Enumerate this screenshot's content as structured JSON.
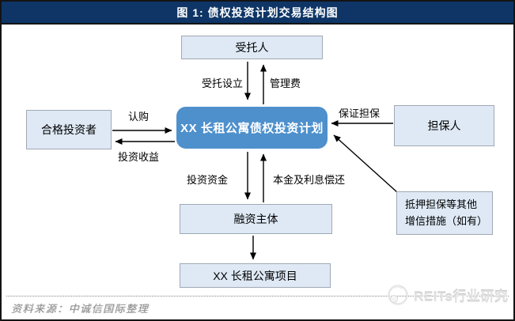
{
  "title": "图 1: 债权投资计划交易结构图",
  "diagram": {
    "nodes": {
      "trustee": "受托人",
      "investor": "合格投资者",
      "plan": "XX 长租公寓债权投资计划",
      "guarantor": "担保人",
      "credit_line1": "抵押担保等其他",
      "credit_line2": "增信措施（如有）",
      "financier": "融资主体",
      "project": "XX 长租公寓项目"
    },
    "edges": {
      "entrust": "受托设立",
      "mgmt_fee": "管理费",
      "subscribe": "认购",
      "returns": "投资收益",
      "guarantee": "保证担保",
      "invest_funds": "投资资金",
      "repayment": "本金及利息偿还"
    }
  },
  "footer": {
    "source": "资料来源：中诚信国际整理"
  },
  "watermark": {
    "text": "REITs行业研究"
  },
  "colors": {
    "header_bg": "#0E3566",
    "node_fill": "#DEE9F5",
    "node_border": "#A0A9B4",
    "plan_fill": "#4E90CC",
    "arrow": "#000000"
  }
}
